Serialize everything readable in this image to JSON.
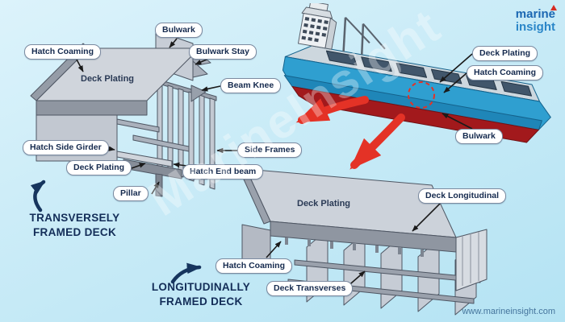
{
  "meta": {
    "website": "www.marineinsight.com",
    "watermark": "MarineInsight"
  },
  "logo": {
    "part1": "marine",
    "part2": "insight"
  },
  "colors": {
    "background": "#c9ebf7",
    "accent_red": "#e43226",
    "navy": "#16355e",
    "hull_blue": "#2f9fd0",
    "hull_bottom_red": "#a2191c",
    "steel_gray": "#ccd2da"
  },
  "ship": {
    "labels": {
      "deck_plating": "Deck Plating",
      "hatch_coaming": "Hatch Coaming",
      "bulwark": "Bulwark"
    }
  },
  "transverse_diagram": {
    "title_line1": "TRANSVERSELY",
    "title_line2": "FRAMED DECK",
    "surface_label": "Deck Plating",
    "labels": {
      "bulwark": "Bulwark",
      "hatch_coaming": "Hatch Coaming",
      "bulwark_stay": "Bulwark Stay",
      "beam_knee": "Beam Knee",
      "hatch_side_girder": "Hatch Side Girder",
      "side_frames": "Side Frames",
      "deck_plating": "Deck Plating",
      "hatch_end_beam": "Hatch End beam",
      "pillar": "Pillar"
    }
  },
  "longitudinal_diagram": {
    "title_line1": "LONGITUDINALLY",
    "title_line2": "FRAMED DECK",
    "surface_label": "Deck Plating",
    "labels": {
      "deck_longitudinal": "Deck Longitudinal",
      "hatch_coaming": "Hatch Coaming",
      "deck_transverses": "Deck Transverses"
    }
  }
}
